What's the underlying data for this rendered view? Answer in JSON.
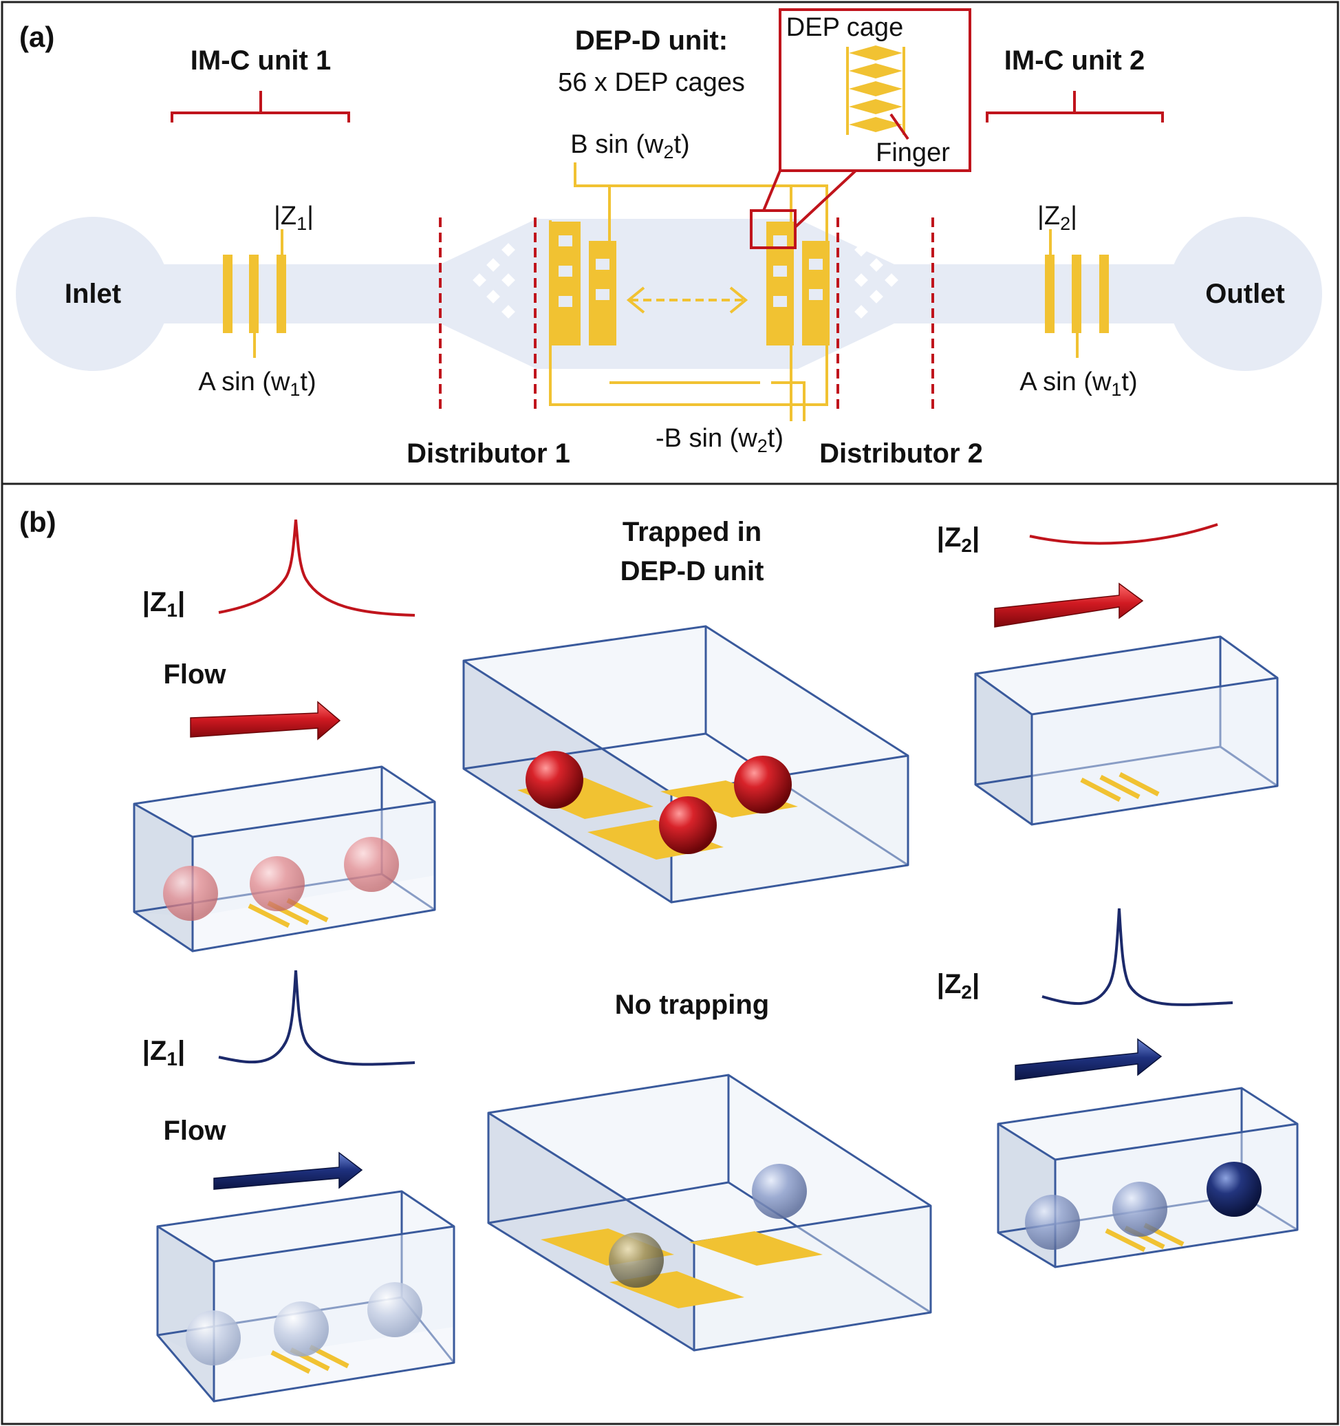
{
  "panel_a": {
    "label": "(a)",
    "imc_unit1_label": "IM-C unit 1",
    "imc_unit2_label": "IM-C unit 2",
    "dep_unit_label": "DEP-D unit:",
    "dep_unit_sub": "56 x DEP cages",
    "dep_cage_label": "DEP cage",
    "finger_label": "Finger",
    "inlet_label": "Inlet",
    "outlet_label": "Outlet",
    "distributor1_label": "Distributor 1",
    "distributor2_label": "Distributor 2",
    "z1": {
      "pre": "|Z",
      "sub": "1",
      "post": "|"
    },
    "z2": {
      "pre": "|Z",
      "sub": "2",
      "post": "|"
    },
    "signal_a1": {
      "pre": "A sin (w",
      "sub": "1",
      "post": "t)"
    },
    "signal_a2": {
      "pre": "A sin (w",
      "sub": "1",
      "post": "t)"
    },
    "signal_b": {
      "pre": "B sin (w",
      "sub": "2",
      "post": "t)"
    },
    "signal_negb": {
      "pre": "-B sin (w",
      "sub": "2",
      "post": "t)"
    }
  },
  "panel_b": {
    "label": "(b)",
    "trapped_line1": "Trapped in",
    "trapped_line2": "DEP-D unit",
    "no_trapping": "No trapping",
    "flow_top": "Flow",
    "flow_bottom": "Flow",
    "z1_top": {
      "pre": "|Z",
      "sub": "1",
      "post": "|"
    },
    "z2_top": {
      "pre": "|Z",
      "sub": "2",
      "post": "|"
    },
    "z1_bottom": {
      "pre": "|Z",
      "sub": "1",
      "post": "|"
    },
    "z2_bottom": {
      "pre": "|Z",
      "sub": "2",
      "post": "|"
    }
  },
  "colors": {
    "channel": "#e6ebf5",
    "electrode": "#f1c232",
    "red": "#c0141c",
    "navy": "#1c2a6b",
    "box_edge": "#3a5a9c",
    "box_fill": "#dfe7f3"
  }
}
